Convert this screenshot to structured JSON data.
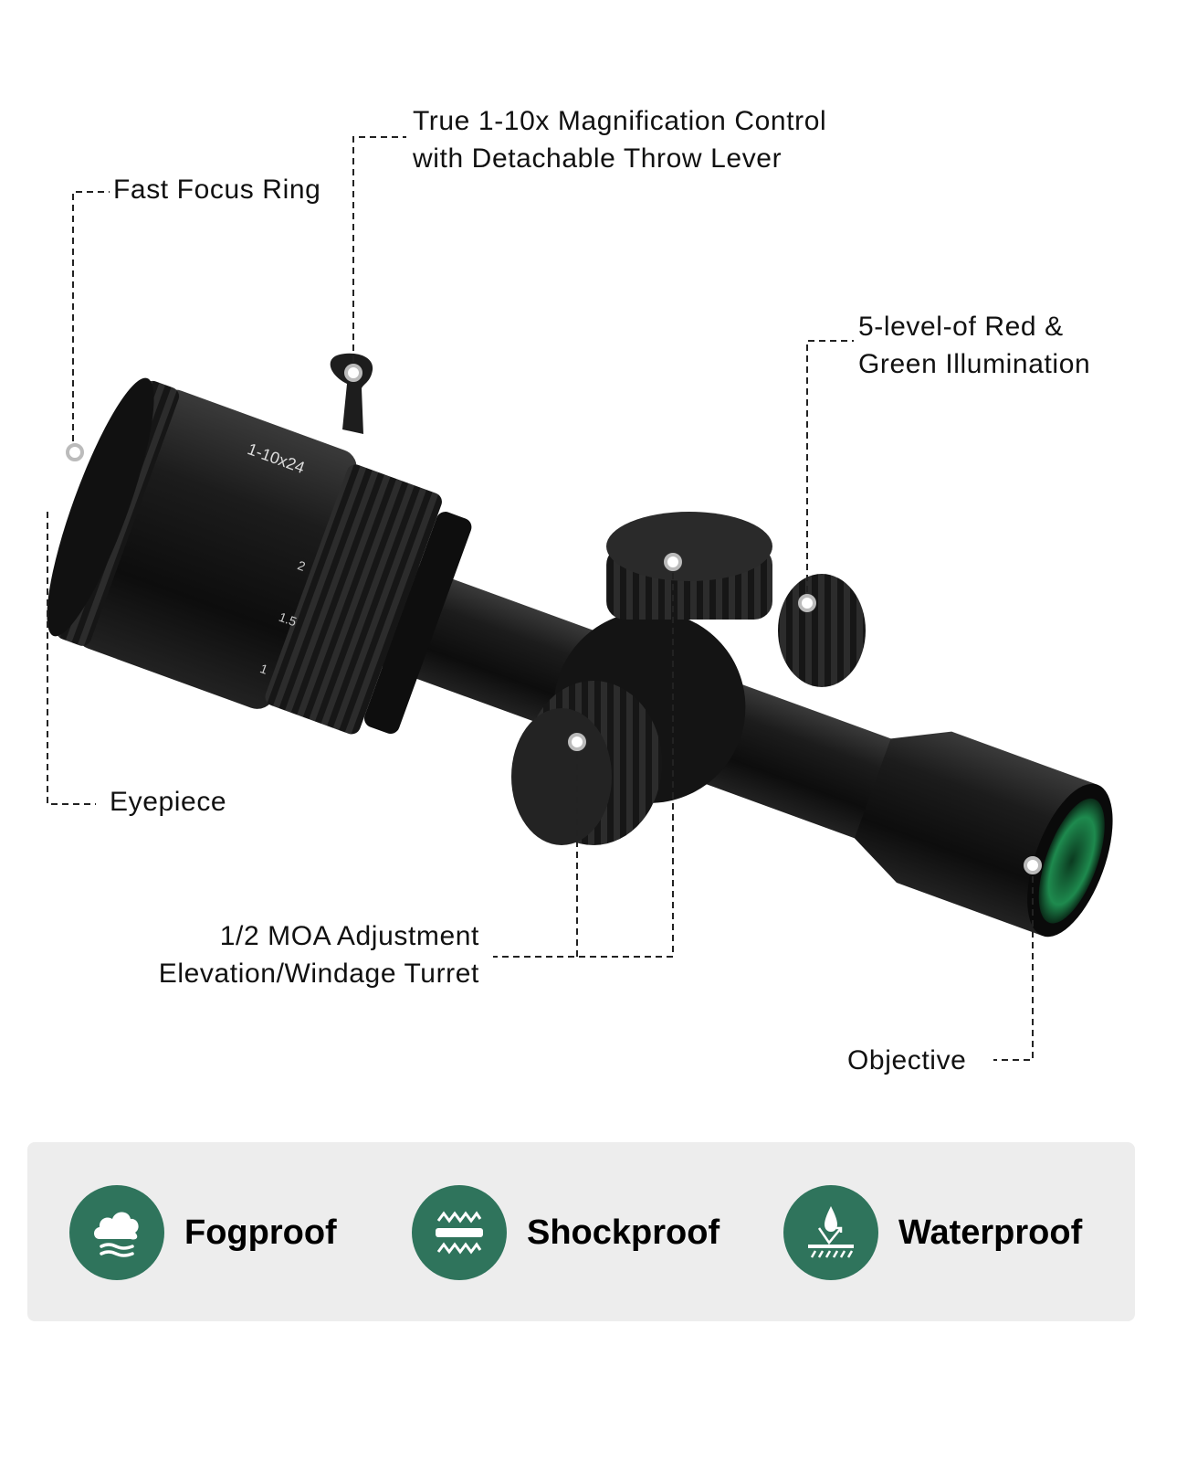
{
  "callouts": {
    "focus_ring": "Fast Focus Ring",
    "magnification": [
      "True 1-10x Magnification Control",
      "with Detachable Throw Lever"
    ],
    "illumination": [
      "5-level-of Red &",
      "Green Illumination"
    ],
    "eyepiece": "Eyepiece",
    "turret": [
      "1/2 MOA Adjustment",
      "Elevation/Windage Turret"
    ],
    "objective": "Objective"
  },
  "scope_markings": {
    "model": "1-10x24",
    "power_numbers": [
      "1",
      "1.5",
      "2"
    ]
  },
  "features": [
    {
      "label": "Fogproof",
      "icon": "cloud-fog-icon"
    },
    {
      "label": "Shockproof",
      "icon": "shock-absorb-icon"
    },
    {
      "label": "Waterproof",
      "icon": "water-repel-icon"
    }
  ],
  "colors": {
    "accent": "#2f745c",
    "panel": "#ededed",
    "scope": "#1a1a1a",
    "lens": "#1e8a4e"
  }
}
